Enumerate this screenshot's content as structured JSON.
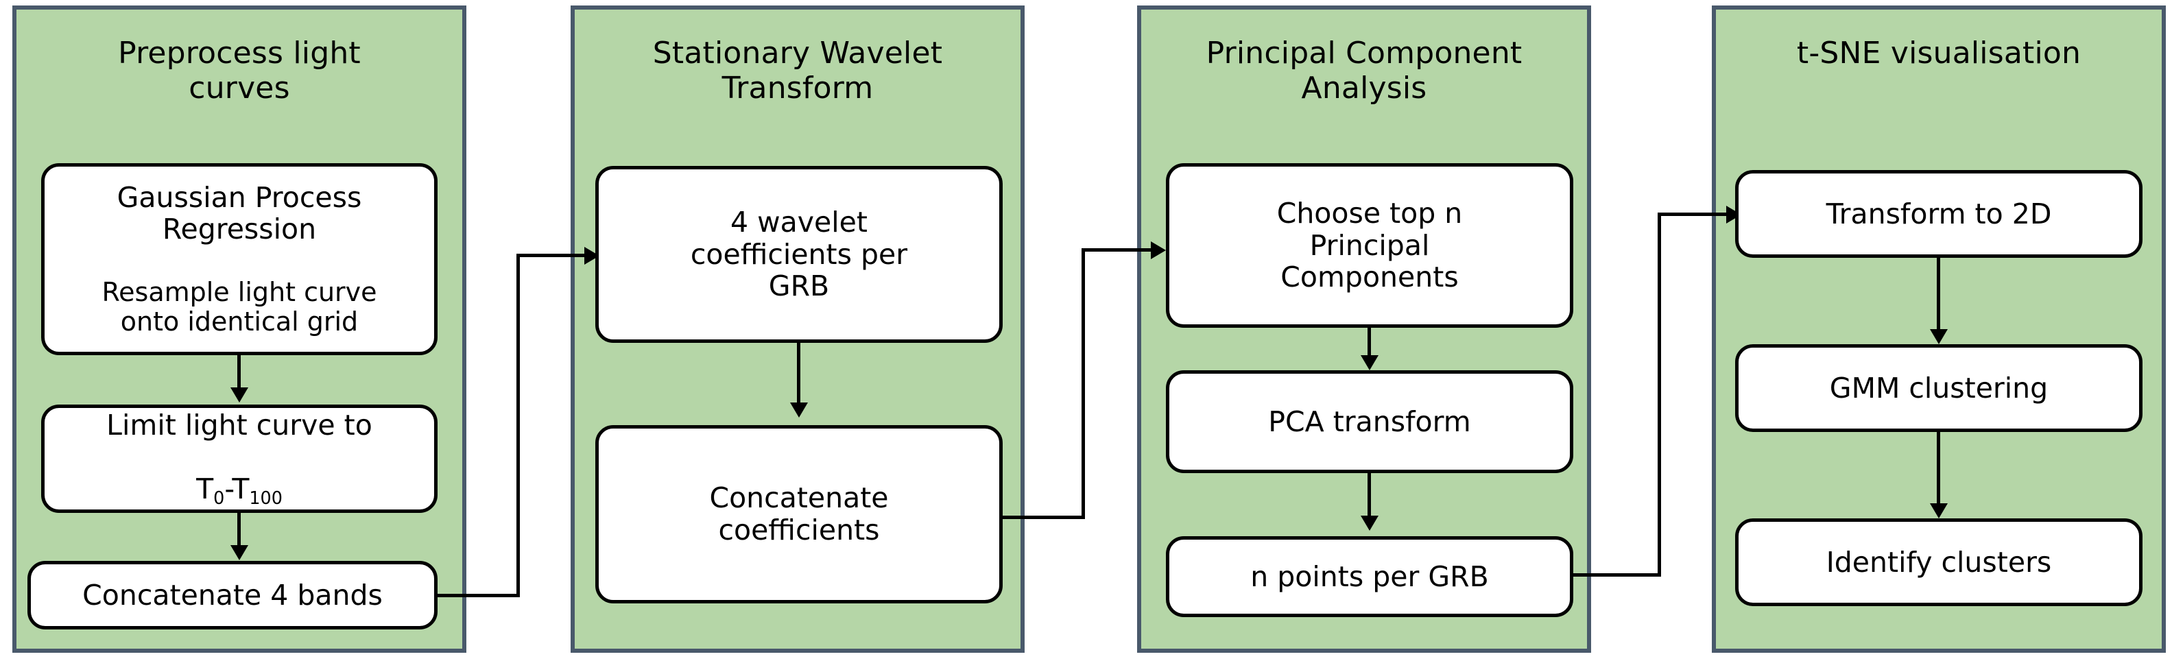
{
  "figure": {
    "title": "GRB light curve classification pipeline flowchart",
    "type": "flowchart",
    "panel_fill": "#b5d6a7",
    "panel_border": "#49596b",
    "node_fill": "#ffffff",
    "node_border": "#000000",
    "connector_color": "#000000"
  },
  "panels": [
    {
      "id": "preprocess",
      "title": "Preprocess light\ncurves",
      "nodes": [
        {
          "id": "gpr",
          "head": "Gaussian Process\nRegression",
          "body": "Resample light curve\nonto identical grid"
        },
        {
          "id": "limit",
          "line1": "Limit light curve to",
          "line2_pre": "T",
          "line2_sub1": "0",
          "line2_mid": "-T",
          "line2_sub2": "100"
        },
        {
          "id": "concat-bands",
          "label": "Concatenate 4 bands"
        }
      ]
    },
    {
      "id": "swt",
      "title": "Stationary Wavelet\nTransform",
      "nodes": [
        {
          "id": "wavelet-coeffs",
          "label": "4 wavelet\ncoefficients per\nGRB"
        },
        {
          "id": "concat-coeffs",
          "label": "Concatenate\ncoefficients"
        }
      ]
    },
    {
      "id": "pca",
      "title": "Principal Component\nAnalysis",
      "nodes": [
        {
          "id": "choose-top-n",
          "label": "Choose top n\nPrincipal\nComponents"
        },
        {
          "id": "pca-transform",
          "label": "PCA transform"
        },
        {
          "id": "n-points",
          "label": "n points per GRB"
        }
      ]
    },
    {
      "id": "tsne",
      "title": "t-SNE visualisation",
      "nodes": [
        {
          "id": "transform-2d",
          "label": "Transform to 2D"
        },
        {
          "id": "gmm",
          "label": "GMM clustering"
        },
        {
          "id": "identify",
          "label": "Identify clusters"
        }
      ]
    }
  ],
  "connectors": [
    {
      "id": "gpr-to-limit",
      "kind": "vertical-arrow",
      "from": "gpr",
      "to": "limit"
    },
    {
      "id": "limit-to-concat-bands",
      "kind": "vertical-arrow",
      "from": "limit",
      "to": "concat-bands"
    },
    {
      "id": "concat-bands-to-wavelet",
      "kind": "elbow-arrow",
      "from": "concat-bands",
      "to": "wavelet-coeffs"
    },
    {
      "id": "wavelet-to-concat-coeffs",
      "kind": "vertical-arrow",
      "from": "wavelet-coeffs",
      "to": "concat-coeffs"
    },
    {
      "id": "concat-coeffs-to-choose",
      "kind": "elbow-arrow",
      "from": "concat-coeffs",
      "to": "choose-top-n"
    },
    {
      "id": "choose-to-pca",
      "kind": "vertical-arrow",
      "from": "choose-top-n",
      "to": "pca-transform"
    },
    {
      "id": "pca-to-npoints",
      "kind": "vertical-arrow",
      "from": "pca-transform",
      "to": "n-points"
    },
    {
      "id": "npoints-to-transform2d",
      "kind": "elbow-arrow",
      "from": "n-points",
      "to": "transform-2d"
    },
    {
      "id": "transform2d-to-gmm",
      "kind": "vertical-arrow",
      "from": "transform-2d",
      "to": "gmm"
    },
    {
      "id": "gmm-to-identify",
      "kind": "vertical-arrow",
      "from": "gmm",
      "to": "identify"
    }
  ]
}
